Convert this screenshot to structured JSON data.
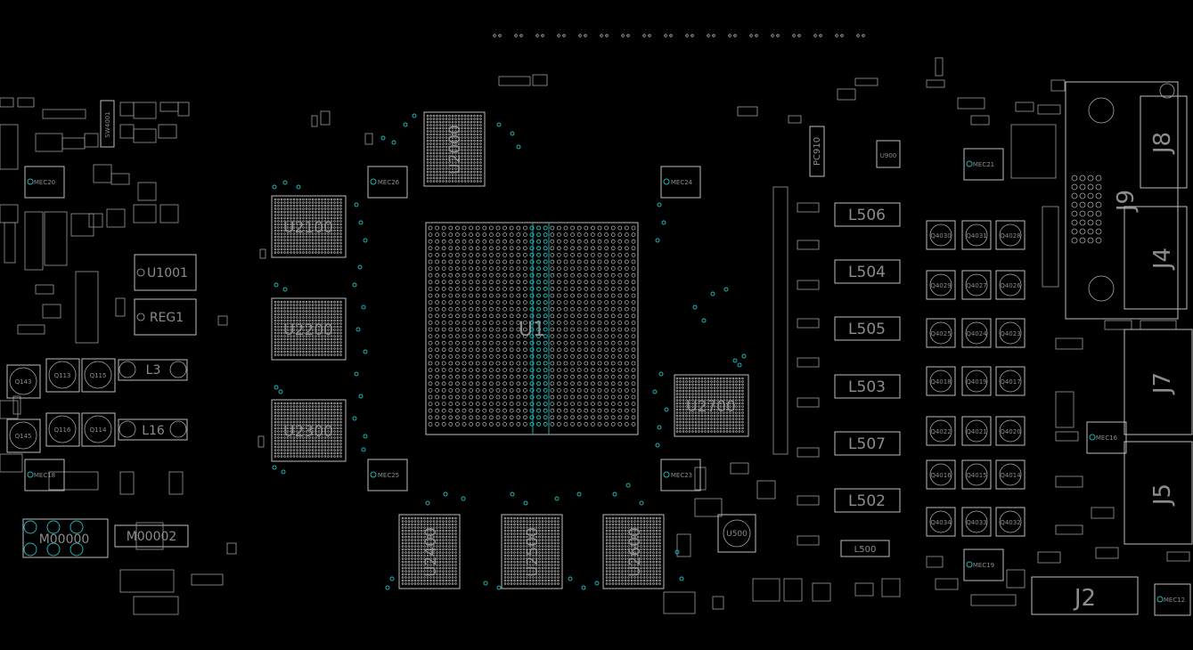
{
  "viewer": {
    "title": ""
  },
  "labels": {
    "U2100": "U2100",
    "U2200": "U2200",
    "U2300": "U2300",
    "U2000": "U2000",
    "U2700": "U2700",
    "U2400": "U2400",
    "U2500": "U2500",
    "U2600": "U2600",
    "U1": "U1",
    "U1001": "U1001",
    "REG1": "REG1",
    "L3": "L3",
    "L16": "L16",
    "Q143": "Q143",
    "Q113": "Q113",
    "Q115": "Q115",
    "Q145": "Q145",
    "Q116": "Q116",
    "Q114": "Q114",
    "SW4001": "SW4001",
    "M00000": "M00000",
    "M00002": "M00002",
    "MEC20": "MEC20",
    "MEC18": "MEC18",
    "MEC26": "MEC26",
    "MEC24": "MEC24",
    "MEC25": "MEC25",
    "MEC23": "MEC23",
    "MEC21": "MEC21",
    "MEC16": "MEC16",
    "MEC19": "MEC19",
    "MEC12": "MEC12",
    "L506": "L506",
    "L504": "L504",
    "L505": "L505",
    "L503": "L503",
    "L507": "L507",
    "L502": "L502",
    "L500": "L500",
    "U500": "U500",
    "U900": "U900",
    "PC910": "PC910",
    "J8": "J8",
    "J9": "J9",
    "J4": "J4",
    "J7": "J7",
    "J5": "J5",
    "J2": "J2",
    "Q4030": "Q4030",
    "Q4031": "Q4031",
    "Q4028": "Q4028",
    "Q4029": "Q4029",
    "Q4027": "Q4027",
    "Q4026": "Q4026",
    "Q4025": "Q4025",
    "Q4024": "Q4024",
    "Q4023": "Q4023",
    "Q4018": "Q4018",
    "Q4019": "Q4019",
    "Q4017": "Q4017",
    "Q4022": "Q4022",
    "Q4021": "Q4021",
    "Q4020": "Q4020",
    "Q4016": "Q4016",
    "Q4015": "Q4015",
    "Q4014": "Q4014",
    "Q4034": "Q4034",
    "Q4033": "Q4033",
    "Q4032": "Q4032"
  },
  "colors": {
    "background": "#000000",
    "outline": "#bdbdbd",
    "via": "#1fb3b3",
    "label": "#8c8c8c"
  }
}
